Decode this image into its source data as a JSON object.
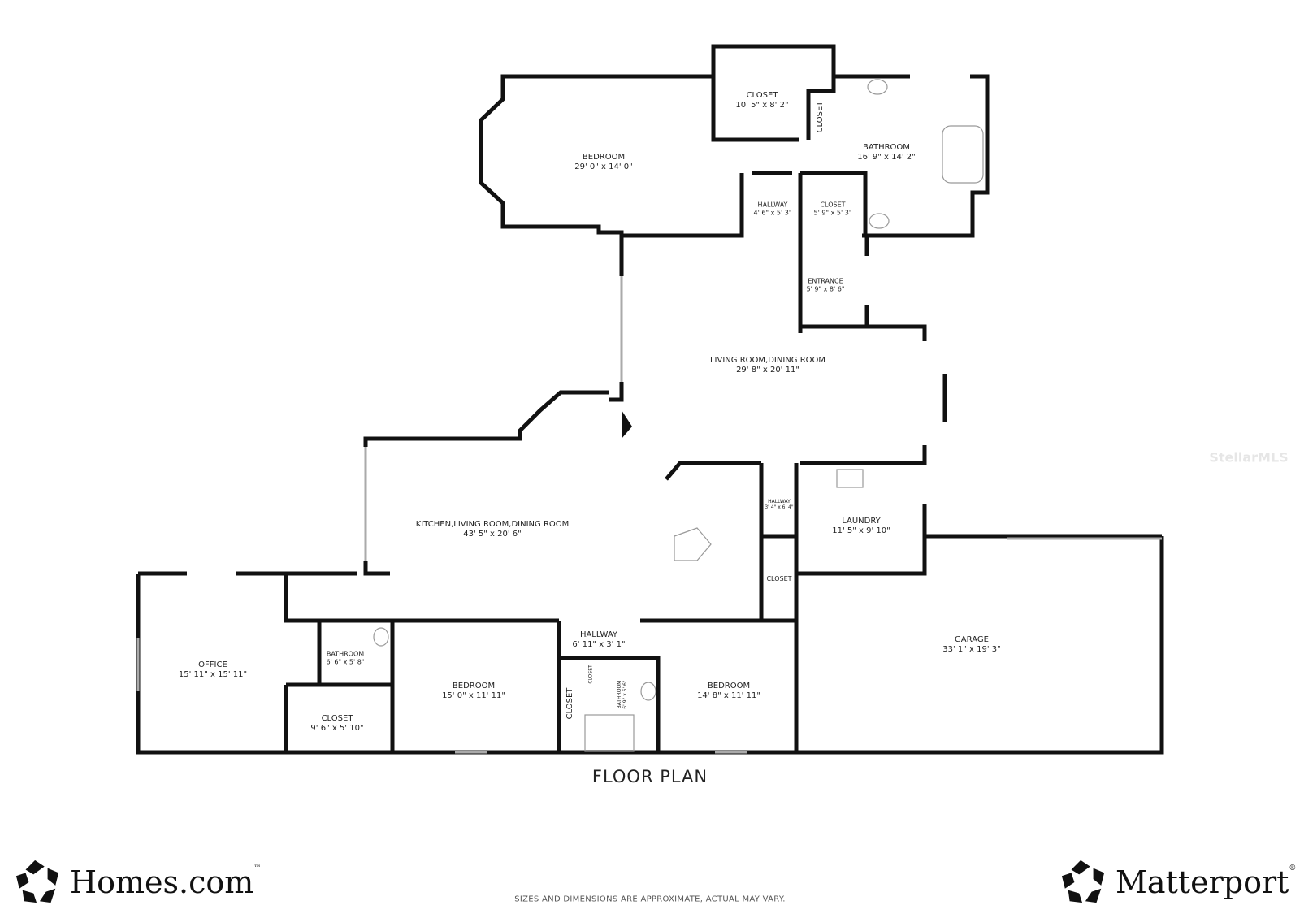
{
  "plan": {
    "title": "FLOOR PLAN",
    "disclaimer": "SIZES AND DIMENSIONS ARE APPROXIMATE, ACTUAL MAY VARY.",
    "watermark": "StellarMLS"
  },
  "rooms": [
    {
      "name": "BEDROOM",
      "dims": "29' 0\" x 14' 0\""
    },
    {
      "name": "CLOSET",
      "dims": "10' 5\" x 8' 2\""
    },
    {
      "name": "CLOSET",
      "dims": ""
    },
    {
      "name": "BATHROOM",
      "dims": "16' 9\" x 14' 2\""
    },
    {
      "name": "HALLWAY",
      "dims": "4' 6\" x 5' 3\""
    },
    {
      "name": "CLOSET",
      "dims": "5' 9\" x 5' 3\""
    },
    {
      "name": "ENTRANCE",
      "dims": "5' 9\" x 8' 6\""
    },
    {
      "name": "LIVING ROOM,DINING ROOM",
      "dims": "29' 8\" x 20' 11\""
    },
    {
      "name": "KITCHEN,LIVING ROOM,DINING ROOM",
      "dims": "43' 5\" x 20' 6\""
    },
    {
      "name": "HALLWAY",
      "dims": "3' 4\" x 6' 4\""
    },
    {
      "name": "LAUNDRY",
      "dims": "11' 5\" x 9' 10\""
    },
    {
      "name": "CLOSET",
      "dims": ""
    },
    {
      "name": "GARAGE",
      "dims": "33' 1\" x 19' 3\""
    },
    {
      "name": "OFFICE",
      "dims": "15' 11\" x 15' 11\""
    },
    {
      "name": "BATHROOM",
      "dims": "6' 6\" x 5' 8\""
    },
    {
      "name": "CLOSET",
      "dims": "9' 6\" x 5' 10\""
    },
    {
      "name": "BEDROOM",
      "dims": "15' 0\" x 11' 11\""
    },
    {
      "name": "HALLWAY",
      "dims": "6' 11\" x 3' 1\""
    },
    {
      "name": "CLOSET",
      "dims": ""
    },
    {
      "name": "CLOSET",
      "dims": ""
    },
    {
      "name": "BATHROOM",
      "dims": "6' 9\" x 6' 6\""
    },
    {
      "name": "BEDROOM",
      "dims": "14' 8\" x 11' 11\""
    }
  ],
  "logos": {
    "left": {
      "name": "Homes.com",
      "mark": "™",
      "icon": "homes-star-icon"
    },
    "right": {
      "name": "Matterport",
      "mark": "®",
      "icon": "matterport-star-icon"
    }
  }
}
